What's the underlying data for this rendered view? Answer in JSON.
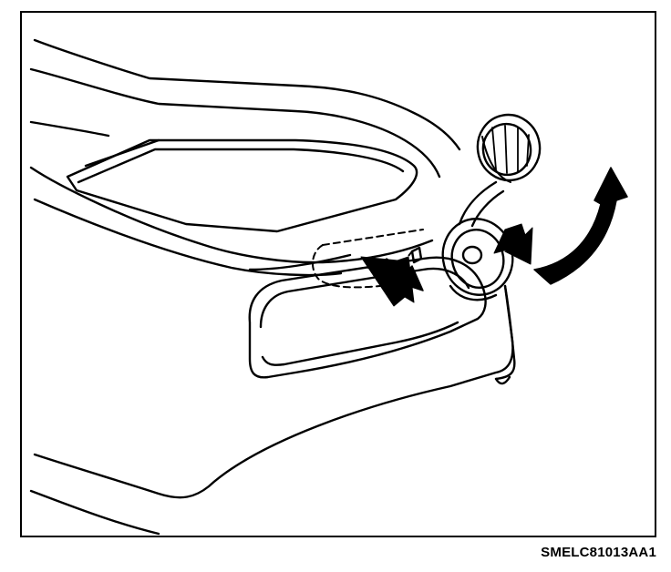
{
  "figure": {
    "code": "SMELC81013AA1"
  },
  "icons": {
    "dash_outline": "dashed-hidden-outline",
    "arrow_a": "press-direction-arrow",
    "arrow_b": "press-direction-arrow",
    "arrow_c": "curved-open-arrow"
  },
  "colors": {
    "line": "#000000",
    "background": "#ffffff"
  }
}
